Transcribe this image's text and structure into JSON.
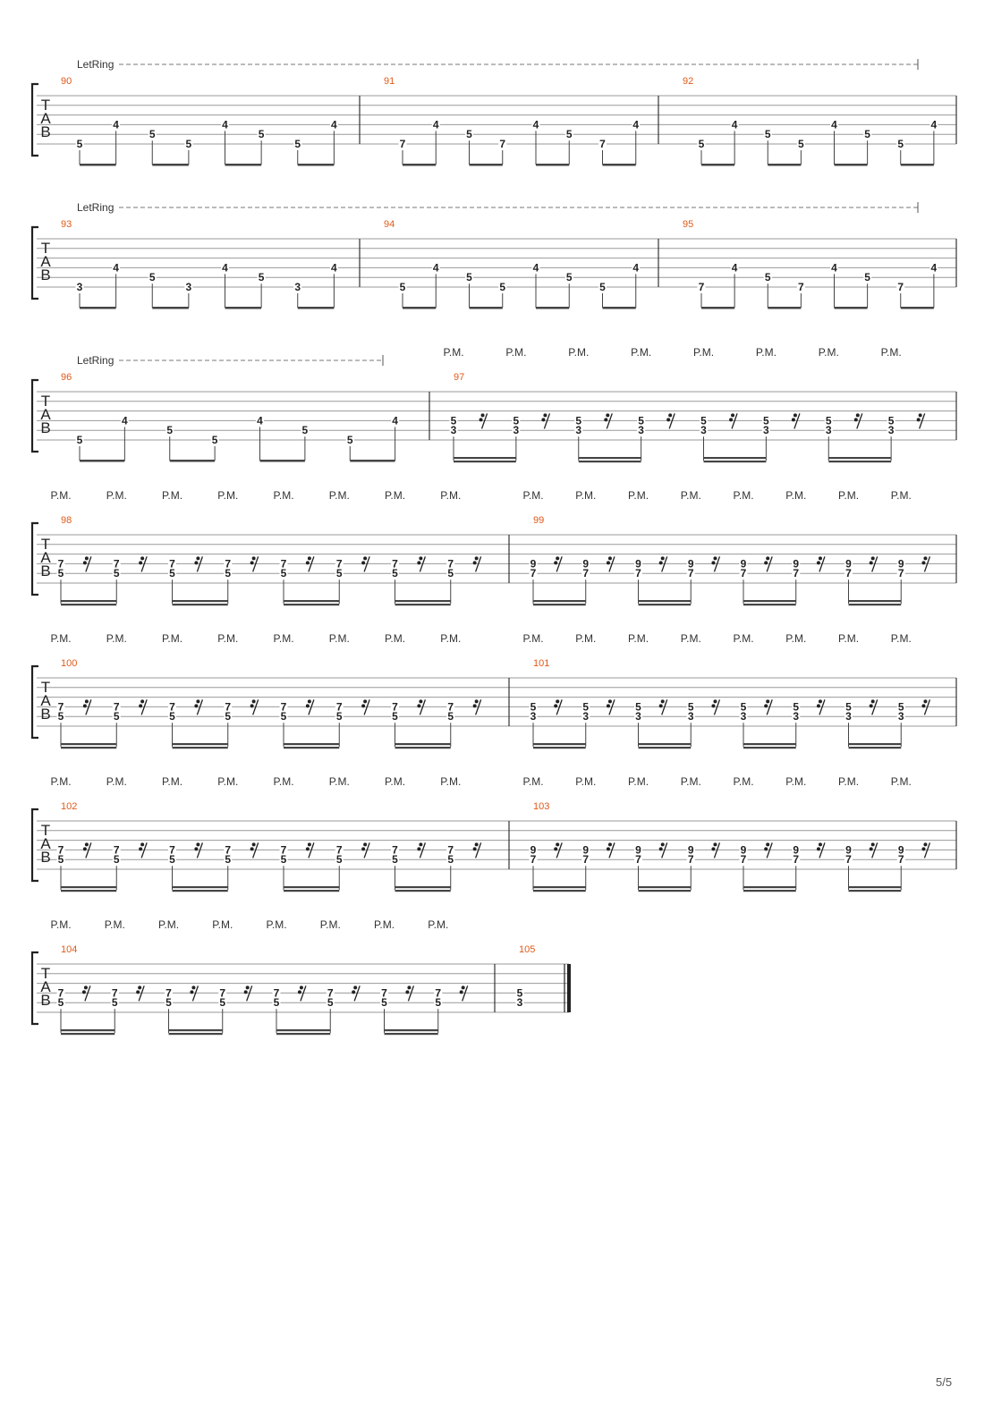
{
  "page": {
    "number": "5/5"
  },
  "labels": {
    "let_ring": "LetRing",
    "palm_mute": "P.M.",
    "tab_letters": [
      "T",
      "A",
      "B"
    ]
  },
  "systems": [
    {
      "let_ring": "full",
      "measures": [
        {
          "number": "90",
          "beams": 8,
          "notes": [
            {
              "s": 5,
              "f": "5"
            },
            {
              "s": 3,
              "f": "4"
            },
            {
              "s": 4,
              "f": "5"
            },
            {
              "s": 5,
              "f": "5"
            },
            {
              "s": 3,
              "f": "4"
            },
            {
              "s": 4,
              "f": "5"
            },
            {
              "s": 5,
              "f": "5"
            },
            {
              "s": 3,
              "f": "4"
            }
          ]
        },
        {
          "number": "91",
          "beams": 8,
          "notes": [
            {
              "s": 5,
              "f": "7"
            },
            {
              "s": 3,
              "f": "4"
            },
            {
              "s": 4,
              "f": "5"
            },
            {
              "s": 5,
              "f": "7"
            },
            {
              "s": 3,
              "f": "4"
            },
            {
              "s": 4,
              "f": "5"
            },
            {
              "s": 5,
              "f": "7"
            },
            {
              "s": 3,
              "f": "4"
            }
          ]
        },
        {
          "number": "92",
          "beams": 8,
          "notes": [
            {
              "s": 5,
              "f": "5"
            },
            {
              "s": 3,
              "f": "4"
            },
            {
              "s": 4,
              "f": "5"
            },
            {
              "s": 5,
              "f": "5"
            },
            {
              "s": 3,
              "f": "4"
            },
            {
              "s": 4,
              "f": "5"
            },
            {
              "s": 5,
              "f": "5"
            },
            {
              "s": 3,
              "f": "4"
            }
          ]
        }
      ]
    },
    {
      "let_ring": "full",
      "measures": [
        {
          "number": "93",
          "beams": 8,
          "notes": [
            {
              "s": 5,
              "f": "3"
            },
            {
              "s": 3,
              "f": "4"
            },
            {
              "s": 4,
              "f": "5"
            },
            {
              "s": 5,
              "f": "3"
            },
            {
              "s": 3,
              "f": "4"
            },
            {
              "s": 4,
              "f": "5"
            },
            {
              "s": 5,
              "f": "3"
            },
            {
              "s": 3,
              "f": "4"
            }
          ]
        },
        {
          "number": "94",
          "beams": 8,
          "notes": [
            {
              "s": 5,
              "f": "5"
            },
            {
              "s": 3,
              "f": "4"
            },
            {
              "s": 4,
              "f": "5"
            },
            {
              "s": 5,
              "f": "5"
            },
            {
              "s": 3,
              "f": "4"
            },
            {
              "s": 4,
              "f": "5"
            },
            {
              "s": 5,
              "f": "5"
            },
            {
              "s": 3,
              "f": "4"
            }
          ]
        },
        {
          "number": "95",
          "beams": 8,
          "notes": [
            {
              "s": 5,
              "f": "7"
            },
            {
              "s": 3,
              "f": "4"
            },
            {
              "s": 4,
              "f": "5"
            },
            {
              "s": 5,
              "f": "7"
            },
            {
              "s": 3,
              "f": "4"
            },
            {
              "s": 4,
              "f": "5"
            },
            {
              "s": 5,
              "f": "7"
            },
            {
              "s": 3,
              "f": "4"
            }
          ]
        }
      ]
    },
    {
      "let_ring": "partial",
      "measures": [
        {
          "number": "96",
          "beams": 8,
          "notes": [
            {
              "s": 5,
              "f": "5"
            },
            {
              "s": 3,
              "f": "4"
            },
            {
              "s": 4,
              "f": "5"
            },
            {
              "s": 5,
              "f": "5"
            },
            {
              "s": 3,
              "f": "4"
            },
            {
              "s": 4,
              "f": "5"
            },
            {
              "s": 5,
              "f": "5"
            },
            {
              "s": 3,
              "f": "4"
            }
          ]
        },
        {
          "number": "97",
          "pm": true,
          "chord": [
            "5",
            "3"
          ]
        }
      ]
    },
    {
      "measures": [
        {
          "number": "98",
          "pm": true,
          "chord": [
            "7",
            "5"
          ]
        },
        {
          "number": "99",
          "pm": true,
          "chord": [
            "9",
            "7"
          ]
        }
      ]
    },
    {
      "measures": [
        {
          "number": "100",
          "pm": true,
          "chord": [
            "7",
            "5"
          ]
        },
        {
          "number": "101",
          "pm": true,
          "chord": [
            "5",
            "3"
          ]
        }
      ]
    },
    {
      "measures": [
        {
          "number": "102",
          "pm": true,
          "chord": [
            "7",
            "5"
          ]
        },
        {
          "number": "103",
          "pm": true,
          "chord": [
            "9",
            "7"
          ]
        }
      ]
    },
    {
      "measures": [
        {
          "number": "104",
          "pm": true,
          "chord": [
            "7",
            "5"
          ]
        },
        {
          "number": "105",
          "final": true,
          "chord": [
            "5",
            "3"
          ]
        }
      ]
    }
  ]
}
